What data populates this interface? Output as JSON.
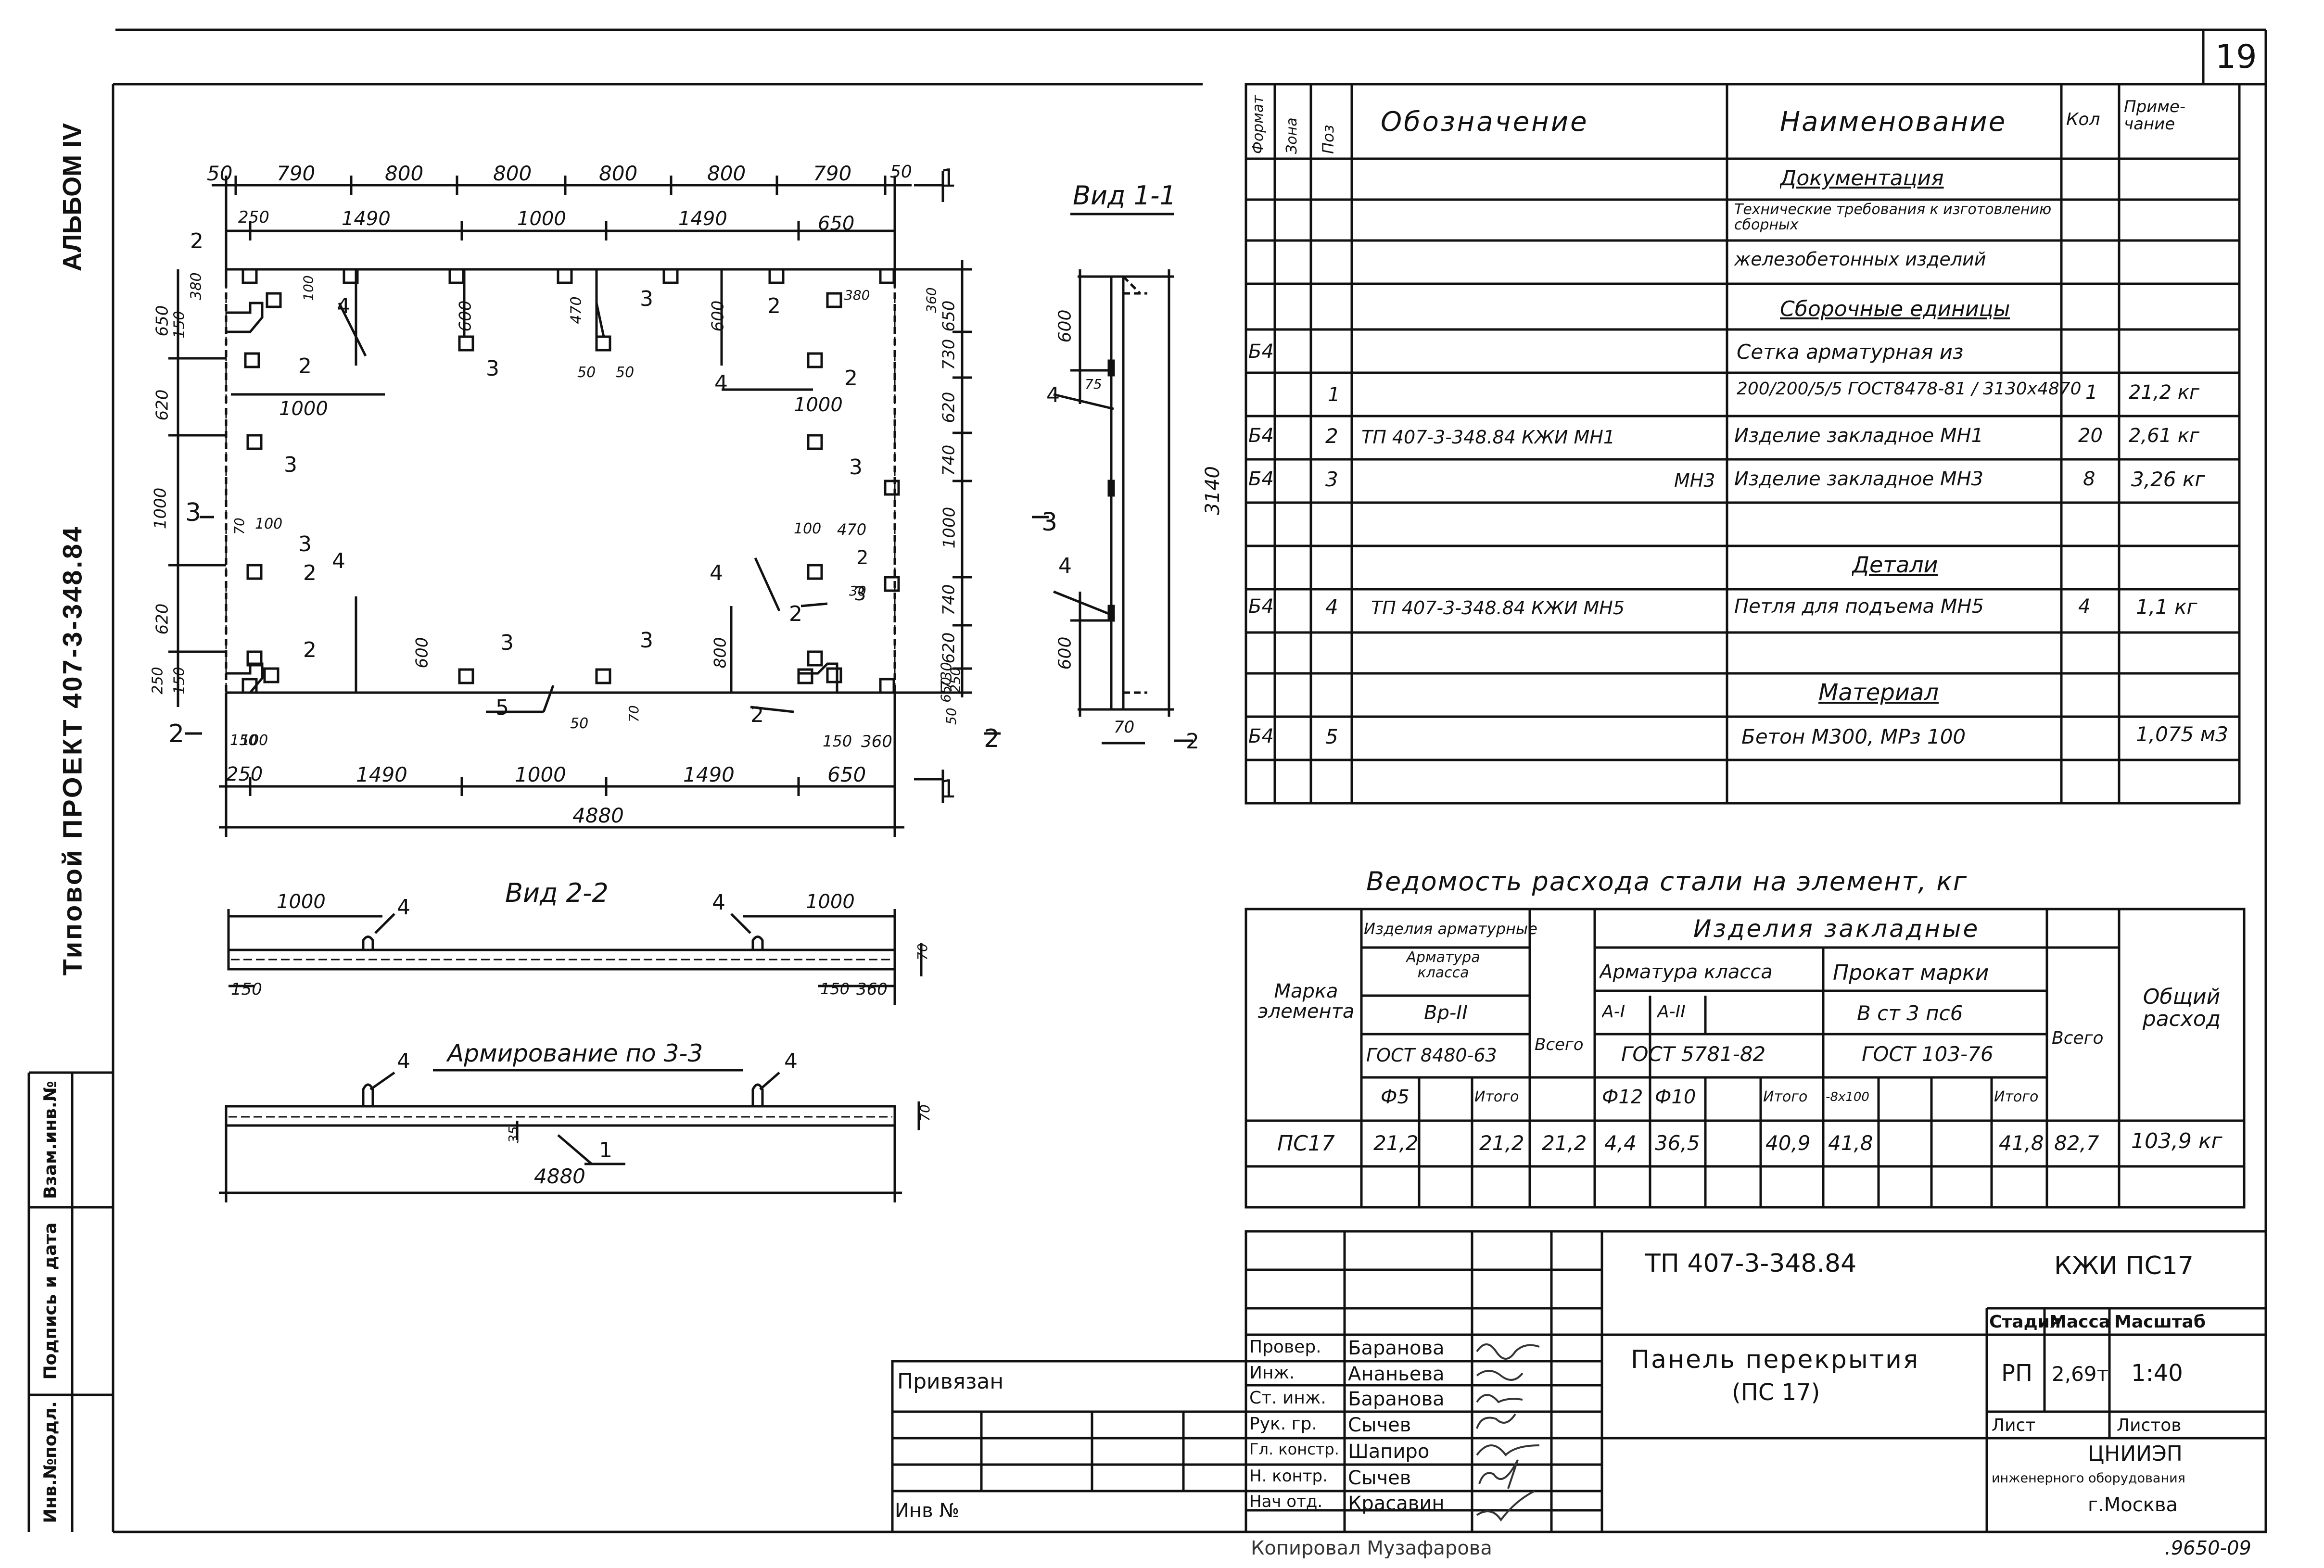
{
  "sheet": {
    "number": "19",
    "album": "АЛЬБОМ IV",
    "project": "Типовой  ПРОЕКТ 407-3-348.84",
    "copyist": "Копировал Музафарова",
    "archive_number": ".9650-09"
  },
  "left_stamp": [
    "Инв.№подл.",
    "Подпись и дата",
    "Взам.инв.№"
  ],
  "plan": {
    "top_dims": [
      "50",
      "790",
      "800",
      "800",
      "800",
      "800",
      "790",
      "50"
    ],
    "second_dims": [
      "250",
      "1490",
      "1000",
      "1490",
      "650"
    ],
    "bottom_dims": [
      "250",
      "1490",
      "1000",
      "1490",
      "650"
    ],
    "overall": "4880",
    "right_dims": [
      "650",
      "730",
      "620",
      "740",
      "1000",
      "740",
      "620",
      "730",
      "650"
    ],
    "overall_height": "3140",
    "inner_labels": {
      "d600_a": "600",
      "d600_b": "600",
      "d600_c": "600",
      "d800": "800",
      "d1000_a": "1000",
      "d1000_b": "1000",
      "d1000_left": "1000",
      "d620_left": "620",
      "d620_left2": "620",
      "d650_left": "650",
      "d470": "470",
      "d470b": "470",
      "d100": "100",
      "d100b": "100",
      "d100c": "100",
      "d100d": "100",
      "d150": "150",
      "d150b": "150",
      "d150c": "150",
      "d150d": "150",
      "d380": "380",
      "d380b": "380",
      "d360": "360",
      "d360b": "360",
      "d50": "50",
      "d50b": "50",
      "d50c": "50",
      "d50d": "50",
      "d70": "70",
      "d70b": "70",
      "d250": "250",
      "d250b": "250",
      "d30": "30"
    },
    "callouts": [
      "2",
      "4",
      "3",
      "2",
      "3",
      "2",
      "4",
      "2",
      "3",
      "3",
      "2",
      "3",
      "4",
      "2",
      "4",
      "3",
      "2",
      "3",
      "3",
      "2",
      "5",
      "2"
    ],
    "section_marks": [
      "1",
      "1",
      "2",
      "2",
      "3",
      "3"
    ]
  },
  "view11": {
    "title": "Вид 1-1",
    "dims": [
      "600",
      "3140",
      "600",
      "70",
      "75"
    ],
    "callouts": [
      "4",
      "4",
      "2"
    ]
  },
  "view22": {
    "title": "Вид 2-2",
    "dims": [
      "1000",
      "1000",
      "150",
      "150",
      "360",
      "70"
    ],
    "callouts": [
      "4",
      "4"
    ]
  },
  "view33": {
    "title": "Армирование по 3-3",
    "dims": [
      "35",
      "4880",
      "70"
    ],
    "callouts": [
      "4",
      "4",
      "1"
    ]
  },
  "spec": {
    "headers": [
      "Формат",
      "Зона",
      "Поз",
      "Обозначение",
      "Наименование",
      "Кол",
      "Приме-чание"
    ],
    "rows": [
      {
        "fmt": "",
        "zone": "",
        "pos": "",
        "des": "",
        "name": "Документация",
        "qty": "",
        "note": "",
        "section": true
      },
      {
        "fmt": "",
        "zone": "",
        "pos": "",
        "des": "",
        "name": "Технические требования к изготовлению сборных",
        "qty": "",
        "note": ""
      },
      {
        "fmt": "",
        "zone": "",
        "pos": "",
        "des": "",
        "name": "железобетонных изделий",
        "qty": "",
        "note": ""
      },
      {
        "fmt": "",
        "zone": "",
        "pos": "",
        "des": "",
        "name": "Сборочные единицы",
        "qty": "",
        "note": "",
        "section": true
      },
      {
        "fmt": "Б4",
        "zone": "",
        "pos": "",
        "des": "",
        "name": "Сетка арматурная из",
        "qty": "",
        "note": ""
      },
      {
        "fmt": "",
        "zone": "",
        "pos": "1",
        "des": "",
        "name": "200/200/5/5 ГОСТ8478-81 / 3130х4870",
        "qty": "1",
        "note": "21,2 кг"
      },
      {
        "fmt": "Б4",
        "zone": "",
        "pos": "2",
        "des": "ТП 407-3-348.84   КЖИ МН1",
        "name": "Изделие закладное   МН1",
        "qty": "20",
        "note": "2,61 кг"
      },
      {
        "fmt": "Б4",
        "zone": "",
        "pos": "3",
        "des": "МН3",
        "name": "Изделие закладное   МН3",
        "qty": "8",
        "note": "3,26 кг"
      },
      {
        "fmt": "",
        "zone": "",
        "pos": "",
        "des": "",
        "name": "",
        "qty": "",
        "note": ""
      },
      {
        "fmt": "",
        "zone": "",
        "pos": "",
        "des": "",
        "name": "Детали",
        "qty": "",
        "note": "",
        "section": true
      },
      {
        "fmt": "Б4",
        "zone": "",
        "pos": "4",
        "des": "ТП 407-3-348.84   КЖИ МН5",
        "name": "Петля для подъема   МН5",
        "qty": "4",
        "note": "1,1 кг"
      },
      {
        "fmt": "",
        "zone": "",
        "pos": "",
        "des": "",
        "name": "",
        "qty": "",
        "note": ""
      },
      {
        "fmt": "",
        "zone": "",
        "pos": "",
        "des": "",
        "name": "Материал",
        "qty": "",
        "note": "",
        "section": true
      },
      {
        "fmt": "Б4",
        "zone": "",
        "pos": "5",
        "des": "",
        "name": "Бетон М300, МРз 100",
        "qty": "",
        "note": "1,075 м3"
      },
      {
        "fmt": "",
        "zone": "",
        "pos": "",
        "des": "",
        "name": "",
        "qty": "",
        "note": ""
      }
    ]
  },
  "steel": {
    "title": "Ведомость расхода стали на элемент, кг",
    "h_mark": "Марка элемента",
    "h_mesh": "Изделия арматурные",
    "h_embedded": "Изделия закладные",
    "h_rebar_class": "Арматура класса",
    "h_rebar_class2": "Арматура класса",
    "h_rolled": "Прокат марки",
    "h_total_mesh": "Всего",
    "h_total_emb": "Всего",
    "h_total": "Общий расход",
    "class_bp": "Вр-II",
    "class_a1": "А-I",
    "class_a2": "А-II",
    "steel_grade": "В ст 3 пс6",
    "gost_mesh": "ГОСТ 8480-63",
    "gost_rebar": "ГОСТ 5781-82",
    "gost_rolled": "ГОСТ 103-76",
    "c_d5": "Ф5",
    "c_itogo1": "Итого",
    "c_d12": "Ф12",
    "c_d10": "Ф10",
    "c_itogo2": "Итого",
    "c_strip": "-8х100",
    "c_itogo3": "Итого",
    "row": {
      "mark": "ПС17",
      "d5": "21,2",
      "itogo1": "21,2",
      "total1": "21,2",
      "d12": "4,4",
      "d10": "36,5",
      "itogo2": "40,9",
      "strip": "41,8",
      "itogo3": "41,8",
      "total2": "82,7",
      "overall": "103,9 кг"
    }
  },
  "title_block": {
    "code": "ТП 407-3-348.84",
    "mark": "КЖИ ПС17",
    "name": "Панель перекрытия",
    "name2": "(ПС 17)",
    "stage_h": "Стадия",
    "mass_h": "Масса",
    "scale_h": "Масштаб",
    "stage": "РП",
    "mass": "2,69т",
    "scale": "1:40",
    "sheet_h": "Лист",
    "sheets_h": "Листов",
    "org": "ЦНИИЭП",
    "org2": "инженерного оборудования",
    "org3": "г.Москва",
    "bound": "Привязан",
    "inv": "Инв №",
    "signers": [
      {
        "role": "Провер.",
        "name": "Баранова"
      },
      {
        "role": "Инж.",
        "name": "Ананьева"
      },
      {
        "role": "Ст. инж.",
        "name": "Баранова"
      },
      {
        "role": "Рук. гр.",
        "name": "Сычев"
      },
      {
        "role": "Гл. констр.",
        "name": "Шапиро"
      },
      {
        "role": "Н. контр.",
        "name": "Сычев"
      },
      {
        "role": "Нач отд.",
        "name": "Красавин"
      }
    ]
  }
}
